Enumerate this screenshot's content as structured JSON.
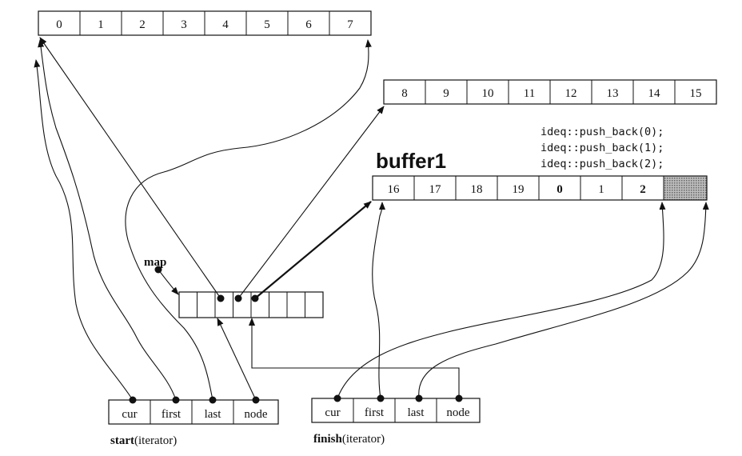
{
  "buffers": [
    {
      "cells": [
        "0",
        "1",
        "2",
        "3",
        "4",
        "5",
        "6",
        "7"
      ]
    },
    {
      "cells": [
        "8",
        "9",
        "10",
        "11",
        "12",
        "13",
        "14",
        "15"
      ]
    },
    {
      "cells": [
        "16",
        "17",
        "18",
        "19",
        "0",
        "1",
        "2",
        ""
      ]
    }
  ],
  "buffer1_label": "buffer1",
  "code_lines": [
    "ideq::push_back(0);",
    "ideq::push_back(1);",
    "ideq::push_back(2);"
  ],
  "map_label": "map",
  "iterator_fields": [
    "cur",
    "first",
    "last",
    "node"
  ],
  "start_label": {
    "bold": "start",
    "rest": "(iterator)"
  },
  "finish_label": {
    "bold": "finish",
    "rest": "(iterator)"
  },
  "colors": {
    "stroke": "#111111",
    "hatch": "#8a8a8a",
    "background": "#ffffff"
  }
}
